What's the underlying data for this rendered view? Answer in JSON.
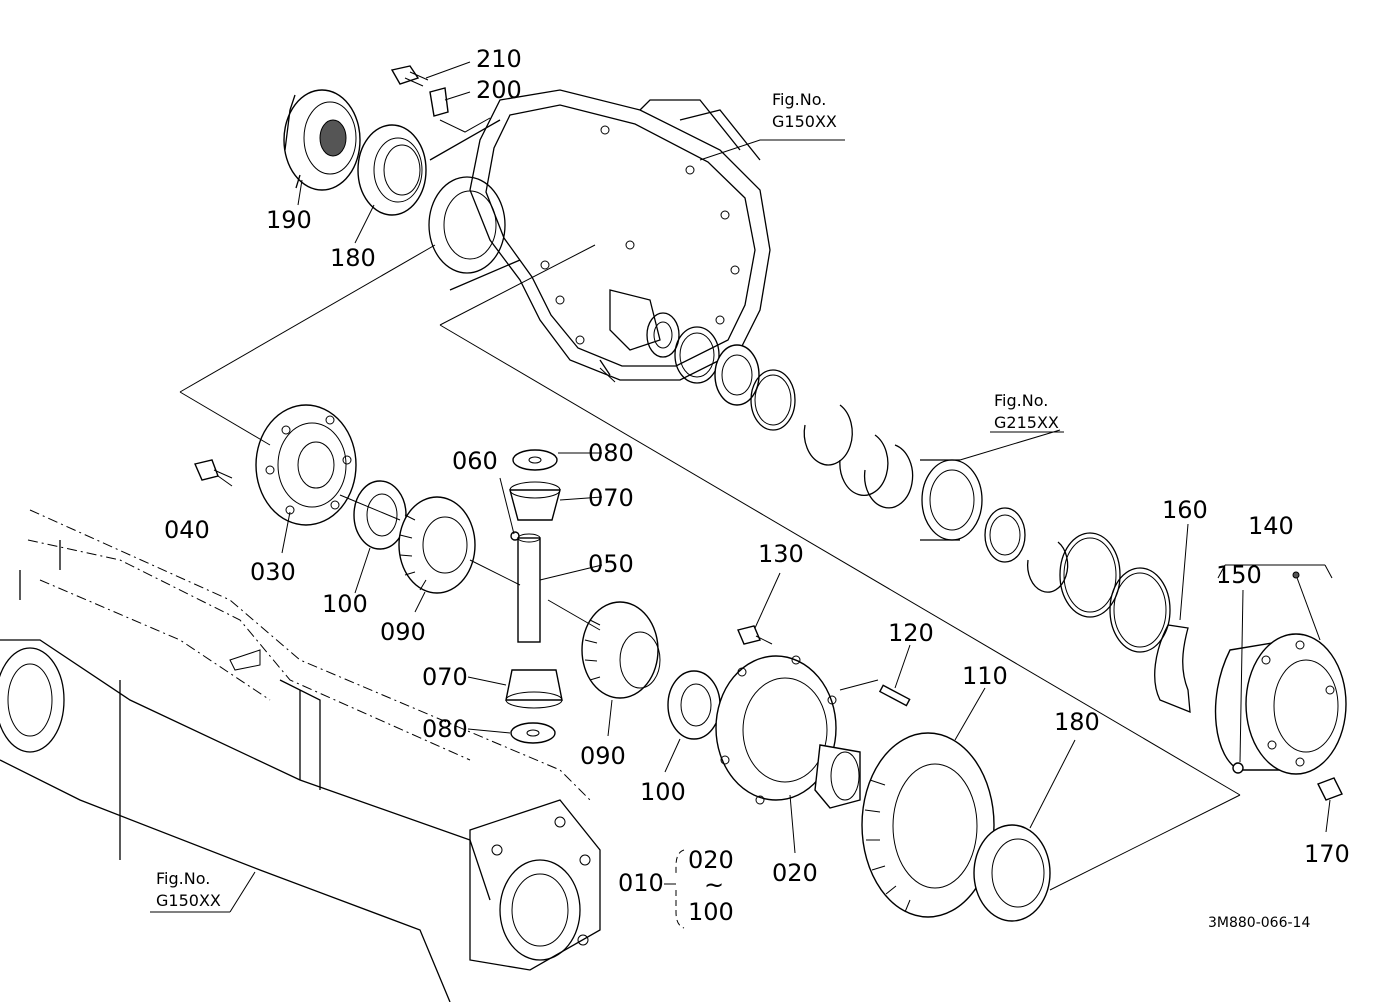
{
  "diagram_code": "3M880-066-14",
  "figure_refs": [
    {
      "fig_label": "Fig.No.",
      "fig_no": "G150XX"
    },
    {
      "fig_label": "Fig.No.",
      "fig_no": "G215XX"
    },
    {
      "fig_label": "Fig.No.",
      "fig_no": "G150XX"
    }
  ],
  "parts": {
    "p210": "210",
    "p200": "200",
    "p190": "190",
    "p180a": "180",
    "p080a": "080",
    "p060": "060",
    "p070a": "070",
    "p050": "050",
    "p040": "040",
    "p030": "030",
    "p100a": "100",
    "p090a": "090",
    "p070b": "070",
    "p080b": "080",
    "p090b": "090",
    "p100b": "100",
    "p130": "130",
    "p120": "120",
    "p110": "110",
    "p180b": "180",
    "p020": "020",
    "p160": "160",
    "p140": "140",
    "p150": "150",
    "p170": "170"
  },
  "range": {
    "main": "010",
    "from": "020",
    "tilde": "~",
    "to": "100"
  }
}
